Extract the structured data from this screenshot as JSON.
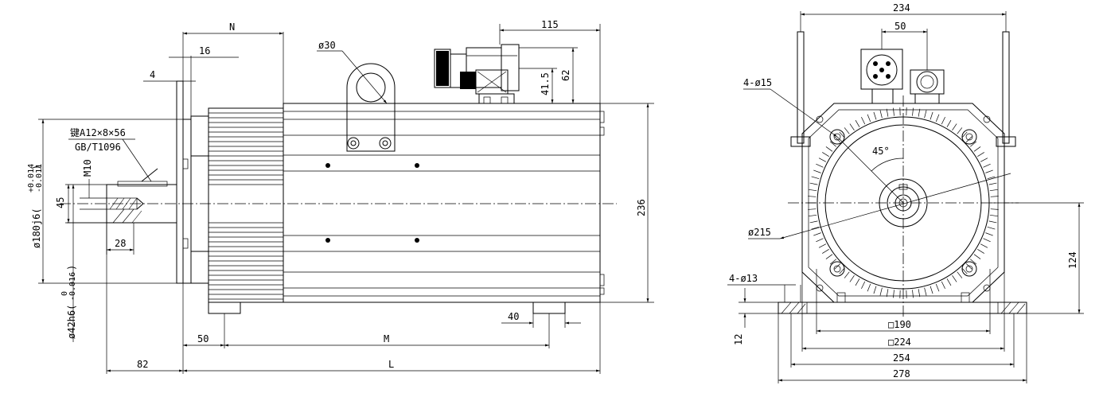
{
  "side_view": {
    "dim_N": "N",
    "dim_16": "16",
    "dim_4": "4",
    "dim_d30": "ø30",
    "dim_115": "115",
    "dim_41_5": "41.5",
    "dim_62": "62",
    "key_note_1": "键A12×8×56",
    "key_note_2": "GB/T1096",
    "dim_M10": "M10",
    "dim_45": "45",
    "dim_shaft_main": "ø180j6(",
    "dim_shaft_tol_upper": "+0.014",
    "dim_shaft_tol_lower": "-0.011",
    "dim_shaft_close": ")",
    "dim_boss_main": "ø42h6(",
    "dim_boss_tol_upper": "0",
    "dim_boss_tol_lower": "-0.016",
    "dim_boss_close": ")",
    "dim_28": "28",
    "dim_236": "236",
    "dim_40": "40",
    "dim_50": "50",
    "dim_M": "M",
    "dim_82": "82",
    "dim_L": "L"
  },
  "front_view": {
    "dim_234": "234",
    "dim_50": "50",
    "dim_4_d15": "4-ø15",
    "dim_45deg": "45°",
    "dim_d215": "ø215",
    "dim_4_d13": "4-ø13",
    "dim_124": "124",
    "dim_12": "12",
    "dim_sq190": "□190",
    "dim_sq224": "□224",
    "dim_254": "254",
    "dim_278": "278"
  }
}
